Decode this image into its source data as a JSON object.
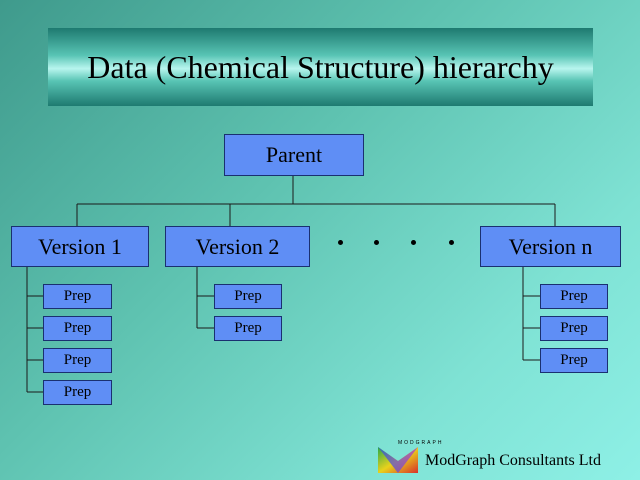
{
  "title": "Data (Chemical Structure) hierarchy",
  "parent": {
    "label": "Parent"
  },
  "versions": [
    {
      "label": "Version 1",
      "preps": [
        "Prep",
        "Prep",
        "Prep",
        "Prep"
      ]
    },
    {
      "label": "Version 2",
      "preps": [
        "Prep",
        "Prep"
      ]
    },
    {
      "label": "Version n",
      "preps": [
        "Prep",
        "Prep",
        "Prep"
      ]
    }
  ],
  "logo": {
    "small_text": "MODGRAPH",
    "company": "ModGraph Consultants Ltd"
  },
  "colors": {
    "box_fill": "#5f8ef5",
    "box_border": "#1a3070",
    "background": "#5ec2b0"
  }
}
